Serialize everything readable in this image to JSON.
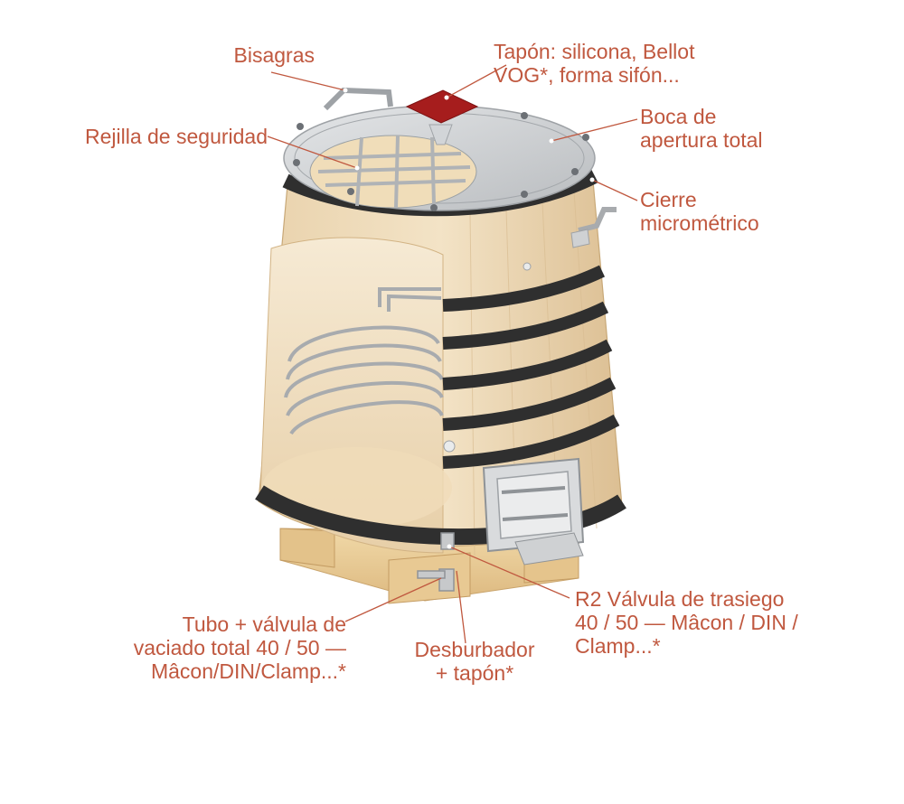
{
  "colors": {
    "label": "#c0583f",
    "leader": "#c0583f",
    "wood": "#eed9b8",
    "wood_dark": "#d8b98c",
    "hoop": "#2e2e2e",
    "steel": "#c9cbcd",
    "plug": "#a61d1d"
  },
  "labels": {
    "bisagras": [
      "Bisagras"
    ],
    "tapon": [
      "Tapón: silicona, Bellot",
      "VOG*, forma sifón..."
    ],
    "rejilla": [
      "Rejilla de seguridad"
    ],
    "boca": [
      "Boca de",
      "apertura total"
    ],
    "cierre": [
      "Cierre",
      "micrométrico"
    ],
    "r2": [
      "R2 Válvula de trasiego",
      "40 / 50 — Mâcon / DIN /",
      "Clamp...*"
    ],
    "tubo": [
      "Tubo + válvula de",
      "vaciado total 40 / 50 —",
      "Mâcon/DIN/Clamp...*"
    ],
    "desburbador": [
      "Desburbador",
      "+ tapón*"
    ]
  }
}
